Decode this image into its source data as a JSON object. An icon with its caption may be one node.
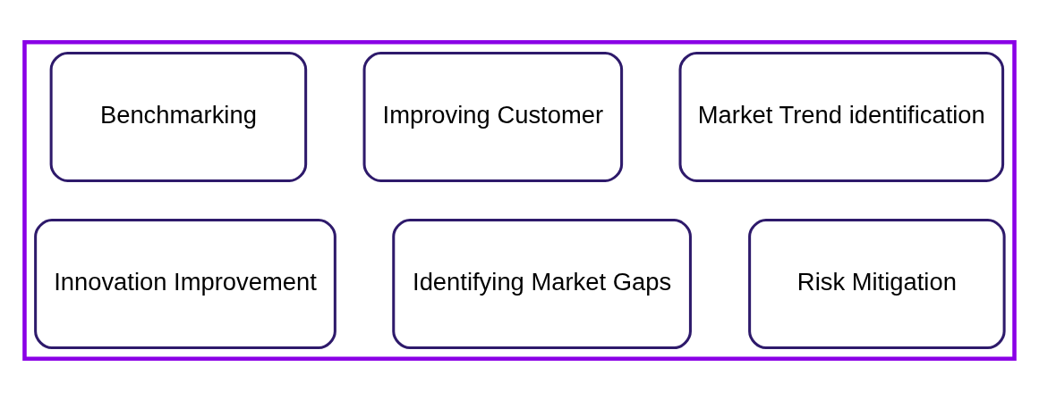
{
  "diagram": {
    "nodes": [
      {
        "text": [],
        "shape": "box"
      },
      {
        "text": [
          "Market Trend identification"
        ],
        "in": 0
      },
      {
        "text": [
          "Improving Customer"
        ],
        "in": 0
      },
      {
        "text": [
          "Benchmarking"
        ],
        "in": 0
      },
      {
        "text": [
          "Risk Mitigation"
        ],
        "in": 0
      },
      {
        "text": [
          "Identifying Market Gaps"
        ],
        "in": 0
      },
      {
        "text": [
          "Innovation Improvement"
        ],
        "in": 0
      }
    ]
  }
}
